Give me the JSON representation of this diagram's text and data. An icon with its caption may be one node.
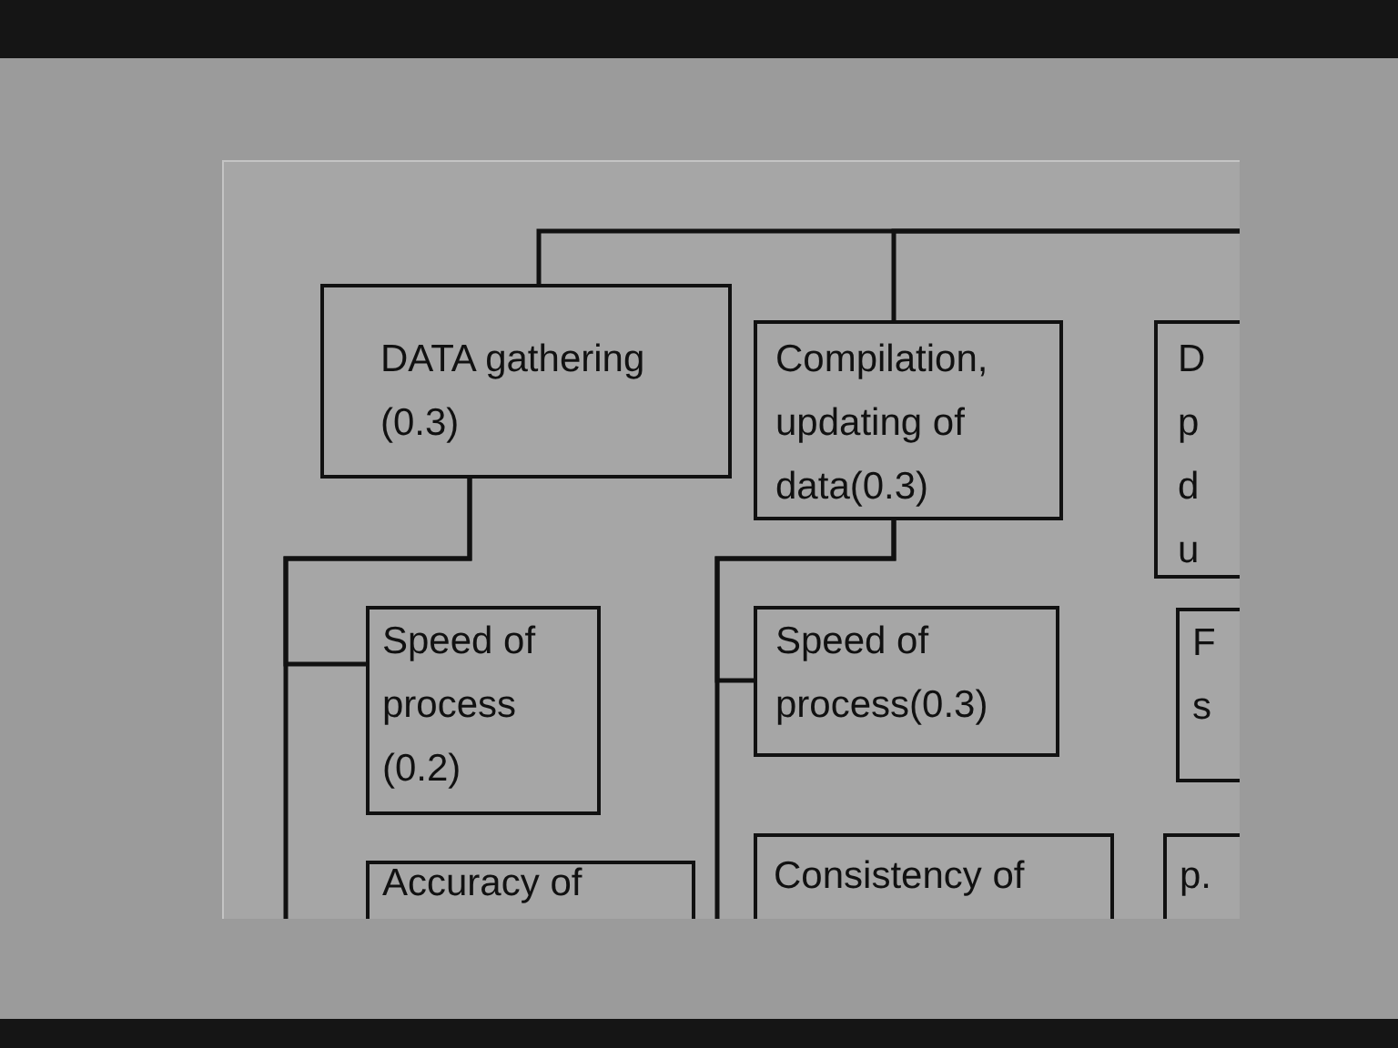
{
  "diagram": {
    "nodes": [
      {
        "text": [
          "DATA gathering (0.3)"
        ]
      },
      {
        "text": [
          "Compilation, updating of data(0.3)"
        ]
      },
      {
        "text": [
          "D p d u"
        ]
      },
      {
        "text": [
          "Speed of process (0.2)"
        ]
      },
      {
        "text": [
          "Speed of process(0.3)"
        ]
      },
      {
        "text": [
          "F s"
        ]
      },
      {
        "text": [
          "Accuracy of"
        ]
      },
      {
        "text": [
          "Consistency of"
        ]
      },
      {
        "text": [
          "p."
        ]
      }
    ],
    "edges": [
      {
        "from": null,
        "to": 0,
        "arrow": "none"
      },
      {
        "from": null,
        "to": 1,
        "arrow": "none"
      },
      {
        "from": 0,
        "to": 3,
        "arrow": "none"
      },
      {
        "from": 0,
        "to": 6,
        "arrow": "none"
      },
      {
        "from": 1,
        "to": 4,
        "arrow": "none"
      },
      {
        "from": 1,
        "to": 7,
        "arrow": "none"
      }
    ]
  }
}
